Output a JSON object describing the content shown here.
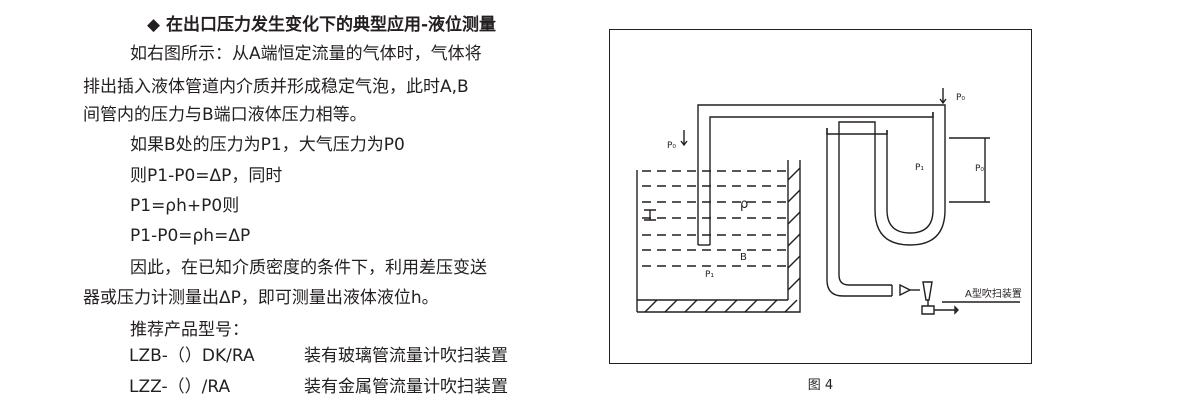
{
  "text": {
    "heading": "◆ 在出口压力发生变化下的典型应用-液位测量",
    "p1_line1": "如右图所示：从A端恒定流量的气体时，气体将",
    "p1_line2": "排出插入液体管道内介质并形成稳定气泡，此时A,B",
    "p1_line3": "间管内的压力与B端口液体压力相等。",
    "p2": "如果B处的压力为P1，大气压力为P0",
    "eq1": "则P1-P0=ΔP，同时",
    "eq2": "P1=ρh+P0则",
    "eq3": "P1-P0=ρh=ΔP",
    "p3_line1": "因此，在已知介质密度的条件下，利用差压变送",
    "p3_line2": "器或压力计测量出ΔP，即可测量出液体液位h。",
    "recommend": "推荐产品型号："
  },
  "products": [
    {
      "code": "LZB-（）DK/RA",
      "desc": "装有玻璃管流量计吹扫装置"
    },
    {
      "code": "LZZ-（）/RA",
      "desc": "装有金属管流量计吹扫装置"
    }
  ],
  "figure": {
    "caption": "图 4",
    "labels": {
      "p0_top": "P₀",
      "p0_left": "P₀",
      "p1_tube": "P₁",
      "p0_dim": "P₀",
      "rho": "ρ",
      "b": "B",
      "p1_tank": "P₁",
      "device": "A型吹扫装置"
    }
  }
}
